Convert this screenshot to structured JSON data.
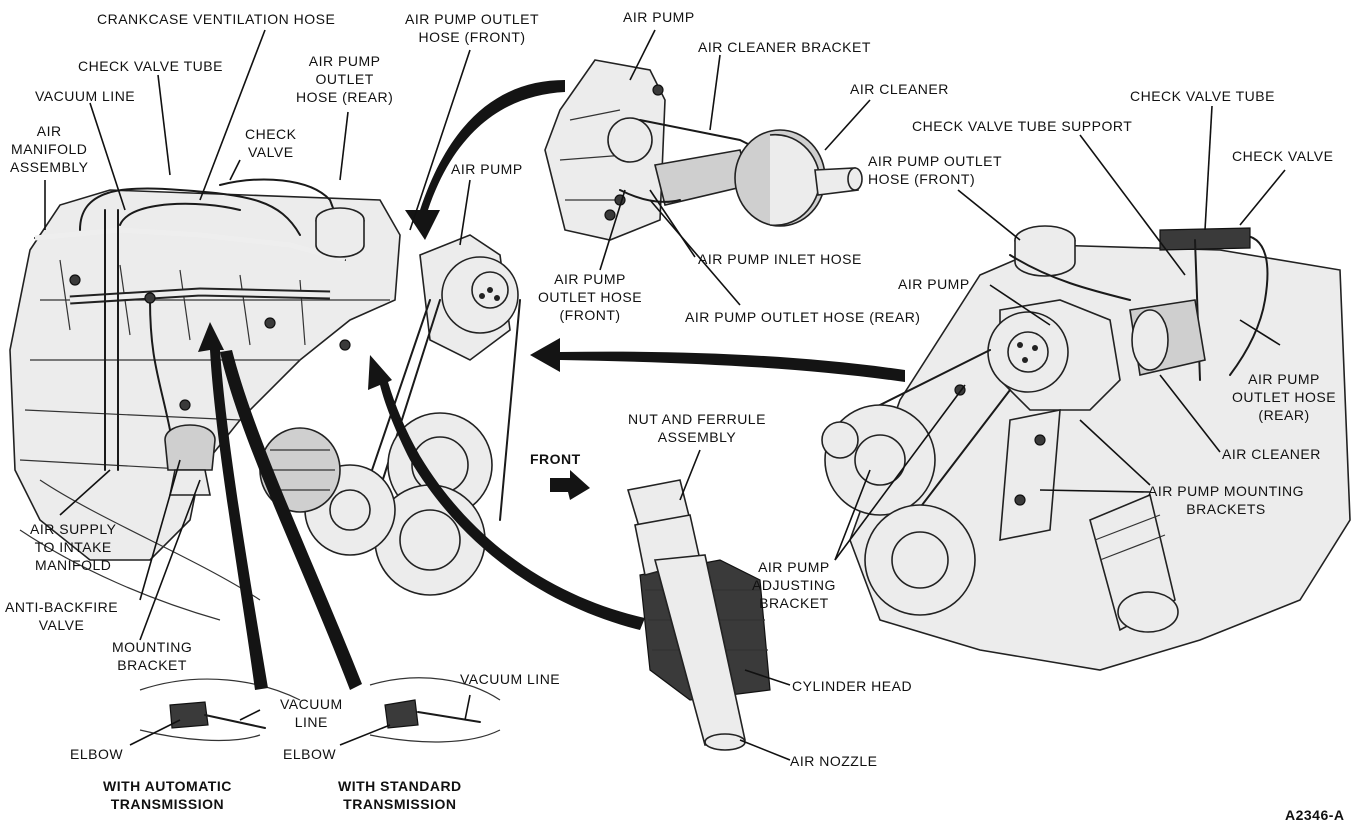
{
  "figure_id": "A2346-A",
  "labels": {
    "crankcase_ventilation_hose": "CRANKCASE VENTILATION HOSE",
    "check_valve_tube_left": "CHECK VALVE TUBE",
    "vacuum_line_top": "VACUUM LINE",
    "air_manifold_assembly": "AIR\nMANIFOLD\nASSEMBLY",
    "check_valve_left": "CHECK\nVALVE",
    "air_pump_outlet_hose_rear_left": "AIR PUMP\nOUTLET\nHOSE (REAR)",
    "air_pump_outlet_hose_front_top": "AIR PUMP OUTLET\nHOSE (FRONT)",
    "air_pump_left": "AIR PUMP",
    "air_pump_top": "AIR PUMP",
    "air_cleaner_bracket": "AIR CLEANER BRACKET",
    "air_cleaner_top": "AIR CLEANER",
    "air_pump_inlet_hose": "AIR PUMP INLET HOSE",
    "air_pump_outlet_hose_front_mid": "AIR PUMP\nOUTLET HOSE\n(FRONT)",
    "air_pump_outlet_hose_rear_mid": "AIR PUMP OUTLET HOSE (REAR)",
    "check_valve_tube_right": "CHECK VALVE TUBE",
    "check_valve_tube_support": "CHECK VALVE TUBE SUPPORT",
    "check_valve_right": "CHECK VALVE",
    "air_pump_outlet_hose_front_right": "AIR PUMP OUTLET\nHOSE (FRONT)",
    "air_pump_right": "AIR PUMP",
    "air_pump_outlet_hose_rear_right": "AIR PUMP\nOUTLET HOSE\n(REAR)",
    "air_cleaner_right": "AIR CLEANER",
    "air_pump_mounting_brackets": "AIR PUMP MOUNTING\nBRACKETS",
    "air_pump_adjusting_bracket": "AIR PUMP\nADJUSTING\nBRACKET",
    "nut_and_ferrule_assembly": "NUT AND FERRULE\nASSEMBLY",
    "front": "FRONT",
    "cylinder_head": "CYLINDER HEAD",
    "air_nozzle": "AIR NOZZLE",
    "air_supply_to_intake_manifold": "AIR SUPPLY\nTO INTAKE\nMANIFOLD",
    "anti_backfire_valve": "ANTI-BACKFIRE\nVALVE",
    "mounting_bracket": "MOUNTING\nBRACKET",
    "vacuum_line_bottom_mid": "VACUUM\nLINE",
    "vacuum_line_bottom_right": "VACUUM LINE",
    "elbow_left": "ELBOW",
    "elbow_right": "ELBOW",
    "with_automatic_transmission": "WITH AUTOMATIC\nTRANSMISSION",
    "with_standard_transmission": "WITH STANDARD\nTRANSMISSION"
  }
}
